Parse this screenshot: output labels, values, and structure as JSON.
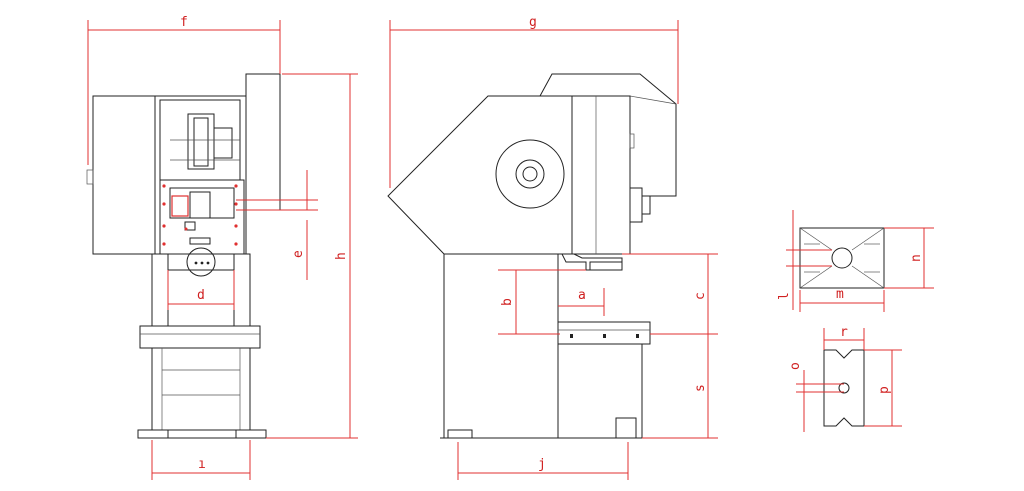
{
  "colors": {
    "dimension": "#e03030",
    "outline": "#222222",
    "background": "#ffffff"
  },
  "labels": {
    "a": "a",
    "b": "b",
    "c": "c",
    "d": "d",
    "e": "e",
    "f": "f",
    "g": "g",
    "h": "h",
    "i": "ı",
    "j": "j",
    "l": "l",
    "m": "m",
    "n": "n",
    "o": "o",
    "p": "p",
    "r": "r",
    "s": "s"
  }
}
